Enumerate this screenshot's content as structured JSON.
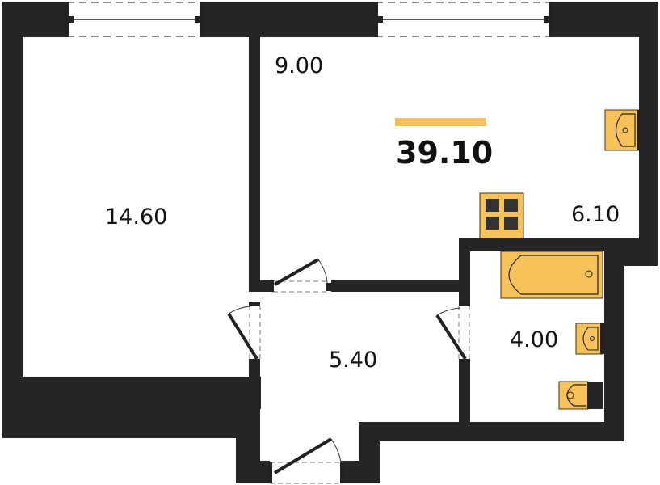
{
  "plan": {
    "total_area": "39.10",
    "accent_color": "#F7C25A",
    "wall_color": "#252525",
    "fixture_fill": "#F7C25A",
    "rooms": [
      {
        "id": "bedroom",
        "area": "14.60"
      },
      {
        "id": "living-room",
        "area": "9.00"
      },
      {
        "id": "kitchen",
        "area": "6.10"
      },
      {
        "id": "hallway",
        "area": "5.40"
      },
      {
        "id": "bathroom",
        "area": "4.00"
      }
    ],
    "fixtures": [
      "kitchen-sink-icon",
      "stove-icon",
      "bathtub-icon",
      "bathroom-sink-icon",
      "toilet-icon"
    ],
    "windows": 2,
    "doors": 4
  }
}
